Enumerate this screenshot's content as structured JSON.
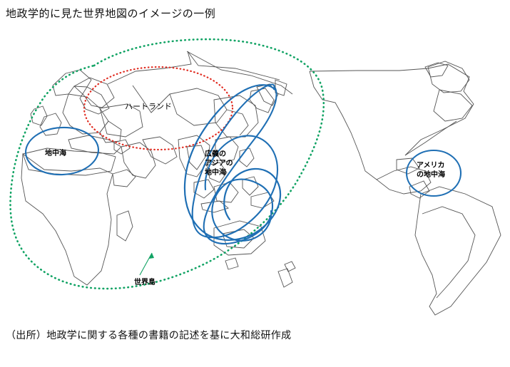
{
  "title": "地政学的に見た世界地図のイメージの一例",
  "caption": "（出所）地政学に関する各種の書籍の記述を基に大和総研作成",
  "colors": {
    "heartland_outline": "#E02B20",
    "world_island_outline": "#11A364",
    "sea_ellipse": "#1F6FB4",
    "coastline": "#555555",
    "text": "#000000",
    "background": "#FFFFFF"
  },
  "annotations": {
    "heartland": "ハートランド",
    "mediterranean": "地中海",
    "asia_mediterranean_line1": "広義の",
    "asia_mediterranean_line2": "アジアの",
    "asia_mediterranean_line3": "地中海",
    "america_mediterranean_line1": "アメリカ",
    "america_mediterranean_line2": "の地中海",
    "world_island": "世界島"
  }
}
